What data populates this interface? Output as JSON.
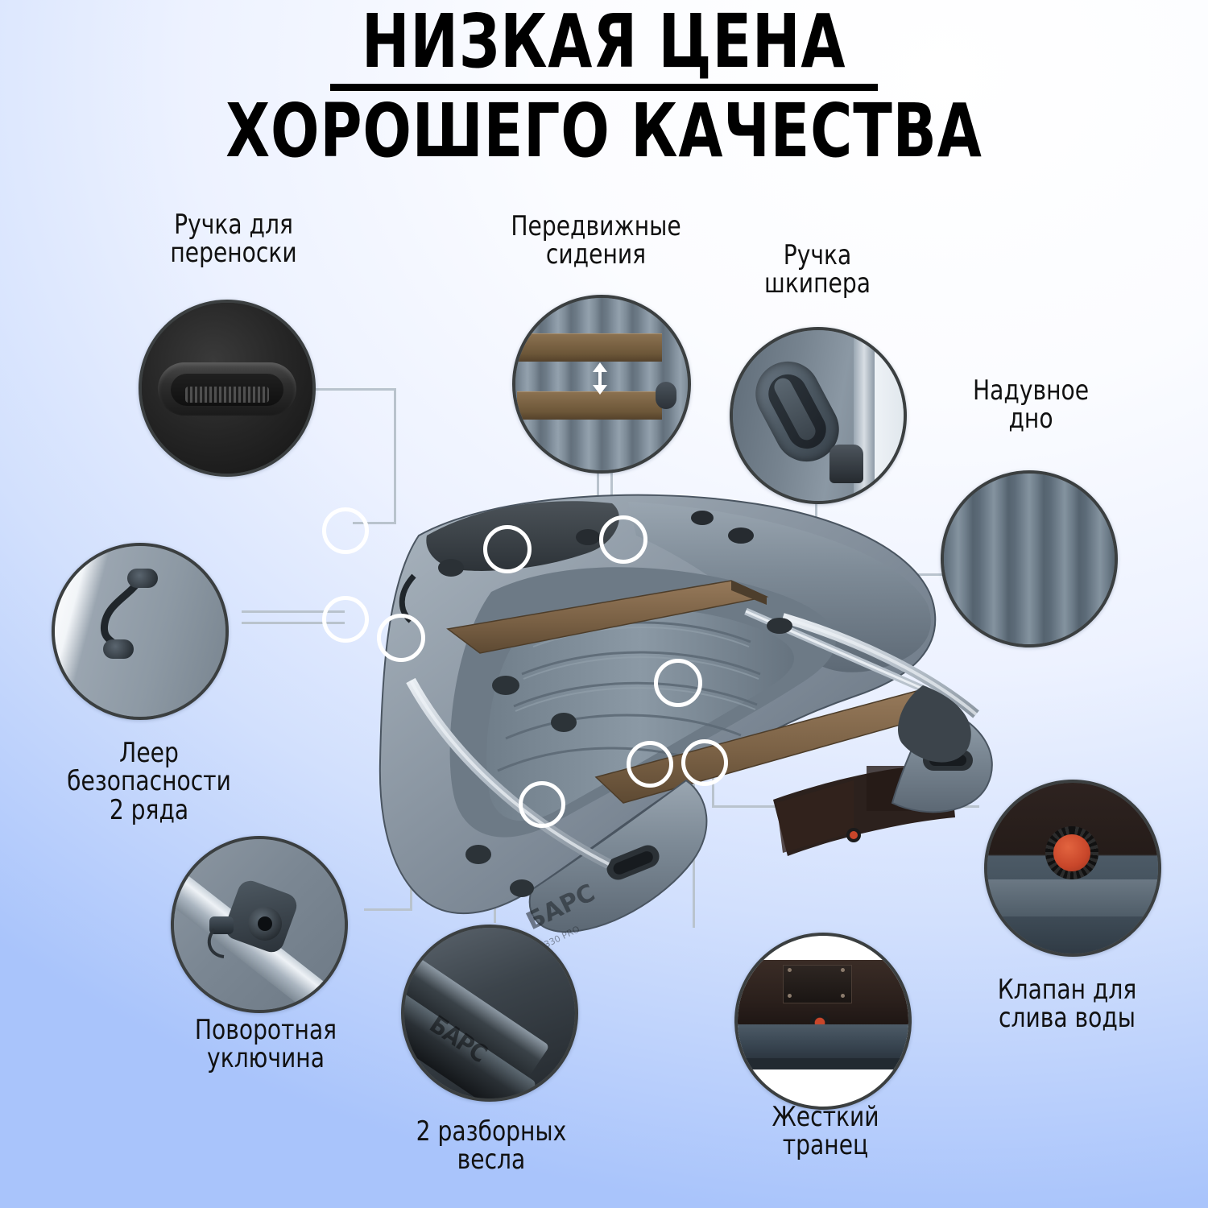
{
  "title": {
    "line1": "НИЗКАЯ ЦЕНА",
    "line2": "ХОРОШЕГО КАЧЕСТВА"
  },
  "colors": {
    "background_top": "#ffffff",
    "background_bottom": "#9ab8fb",
    "title_text": "#000000",
    "label_text": "#111111",
    "connector_line": "#b9c3cd",
    "hotspot_ring": "#ffffff",
    "bubble_border": "#3b3f40",
    "boat_hull": "#7d8a96",
    "boat_bow_dark": "#3c4248",
    "seat_wood": "#7a6448",
    "transom_dark": "#2a2020",
    "valve_red": "#c8462a"
  },
  "callouts": [
    {
      "id": "carry-handle",
      "label": "Ручка для\nпереноски",
      "icon": "carry-handle-icon"
    },
    {
      "id": "movable-seats",
      "label": "Передвижные\nсидения",
      "icon": "movable-seats-icon"
    },
    {
      "id": "skipper-handle",
      "label": "Ручка\nшкипера",
      "icon": "skipper-handle-icon"
    },
    {
      "id": "inflatable-floor",
      "label": "Надувное\nдно",
      "icon": "inflatable-floor-icon"
    },
    {
      "id": "safety-rope",
      "label": "Леер\nбезопасности\n2 ряда",
      "icon": "safety-rope-icon"
    },
    {
      "id": "oarlock",
      "label": "Поворотная\nуключина",
      "icon": "oarlock-icon"
    },
    {
      "id": "oars",
      "label": "2 разборных\nвесла",
      "icon": "oars-icon"
    },
    {
      "id": "transom",
      "label": "Жесткий\nтранец",
      "icon": "transom-icon"
    },
    {
      "id": "drain-valve",
      "label": "Клапан для\nслива воды",
      "icon": "drain-valve-icon"
    }
  ],
  "boat": {
    "brand_text": "БАРС",
    "oar_brand_text": "БАРС"
  }
}
